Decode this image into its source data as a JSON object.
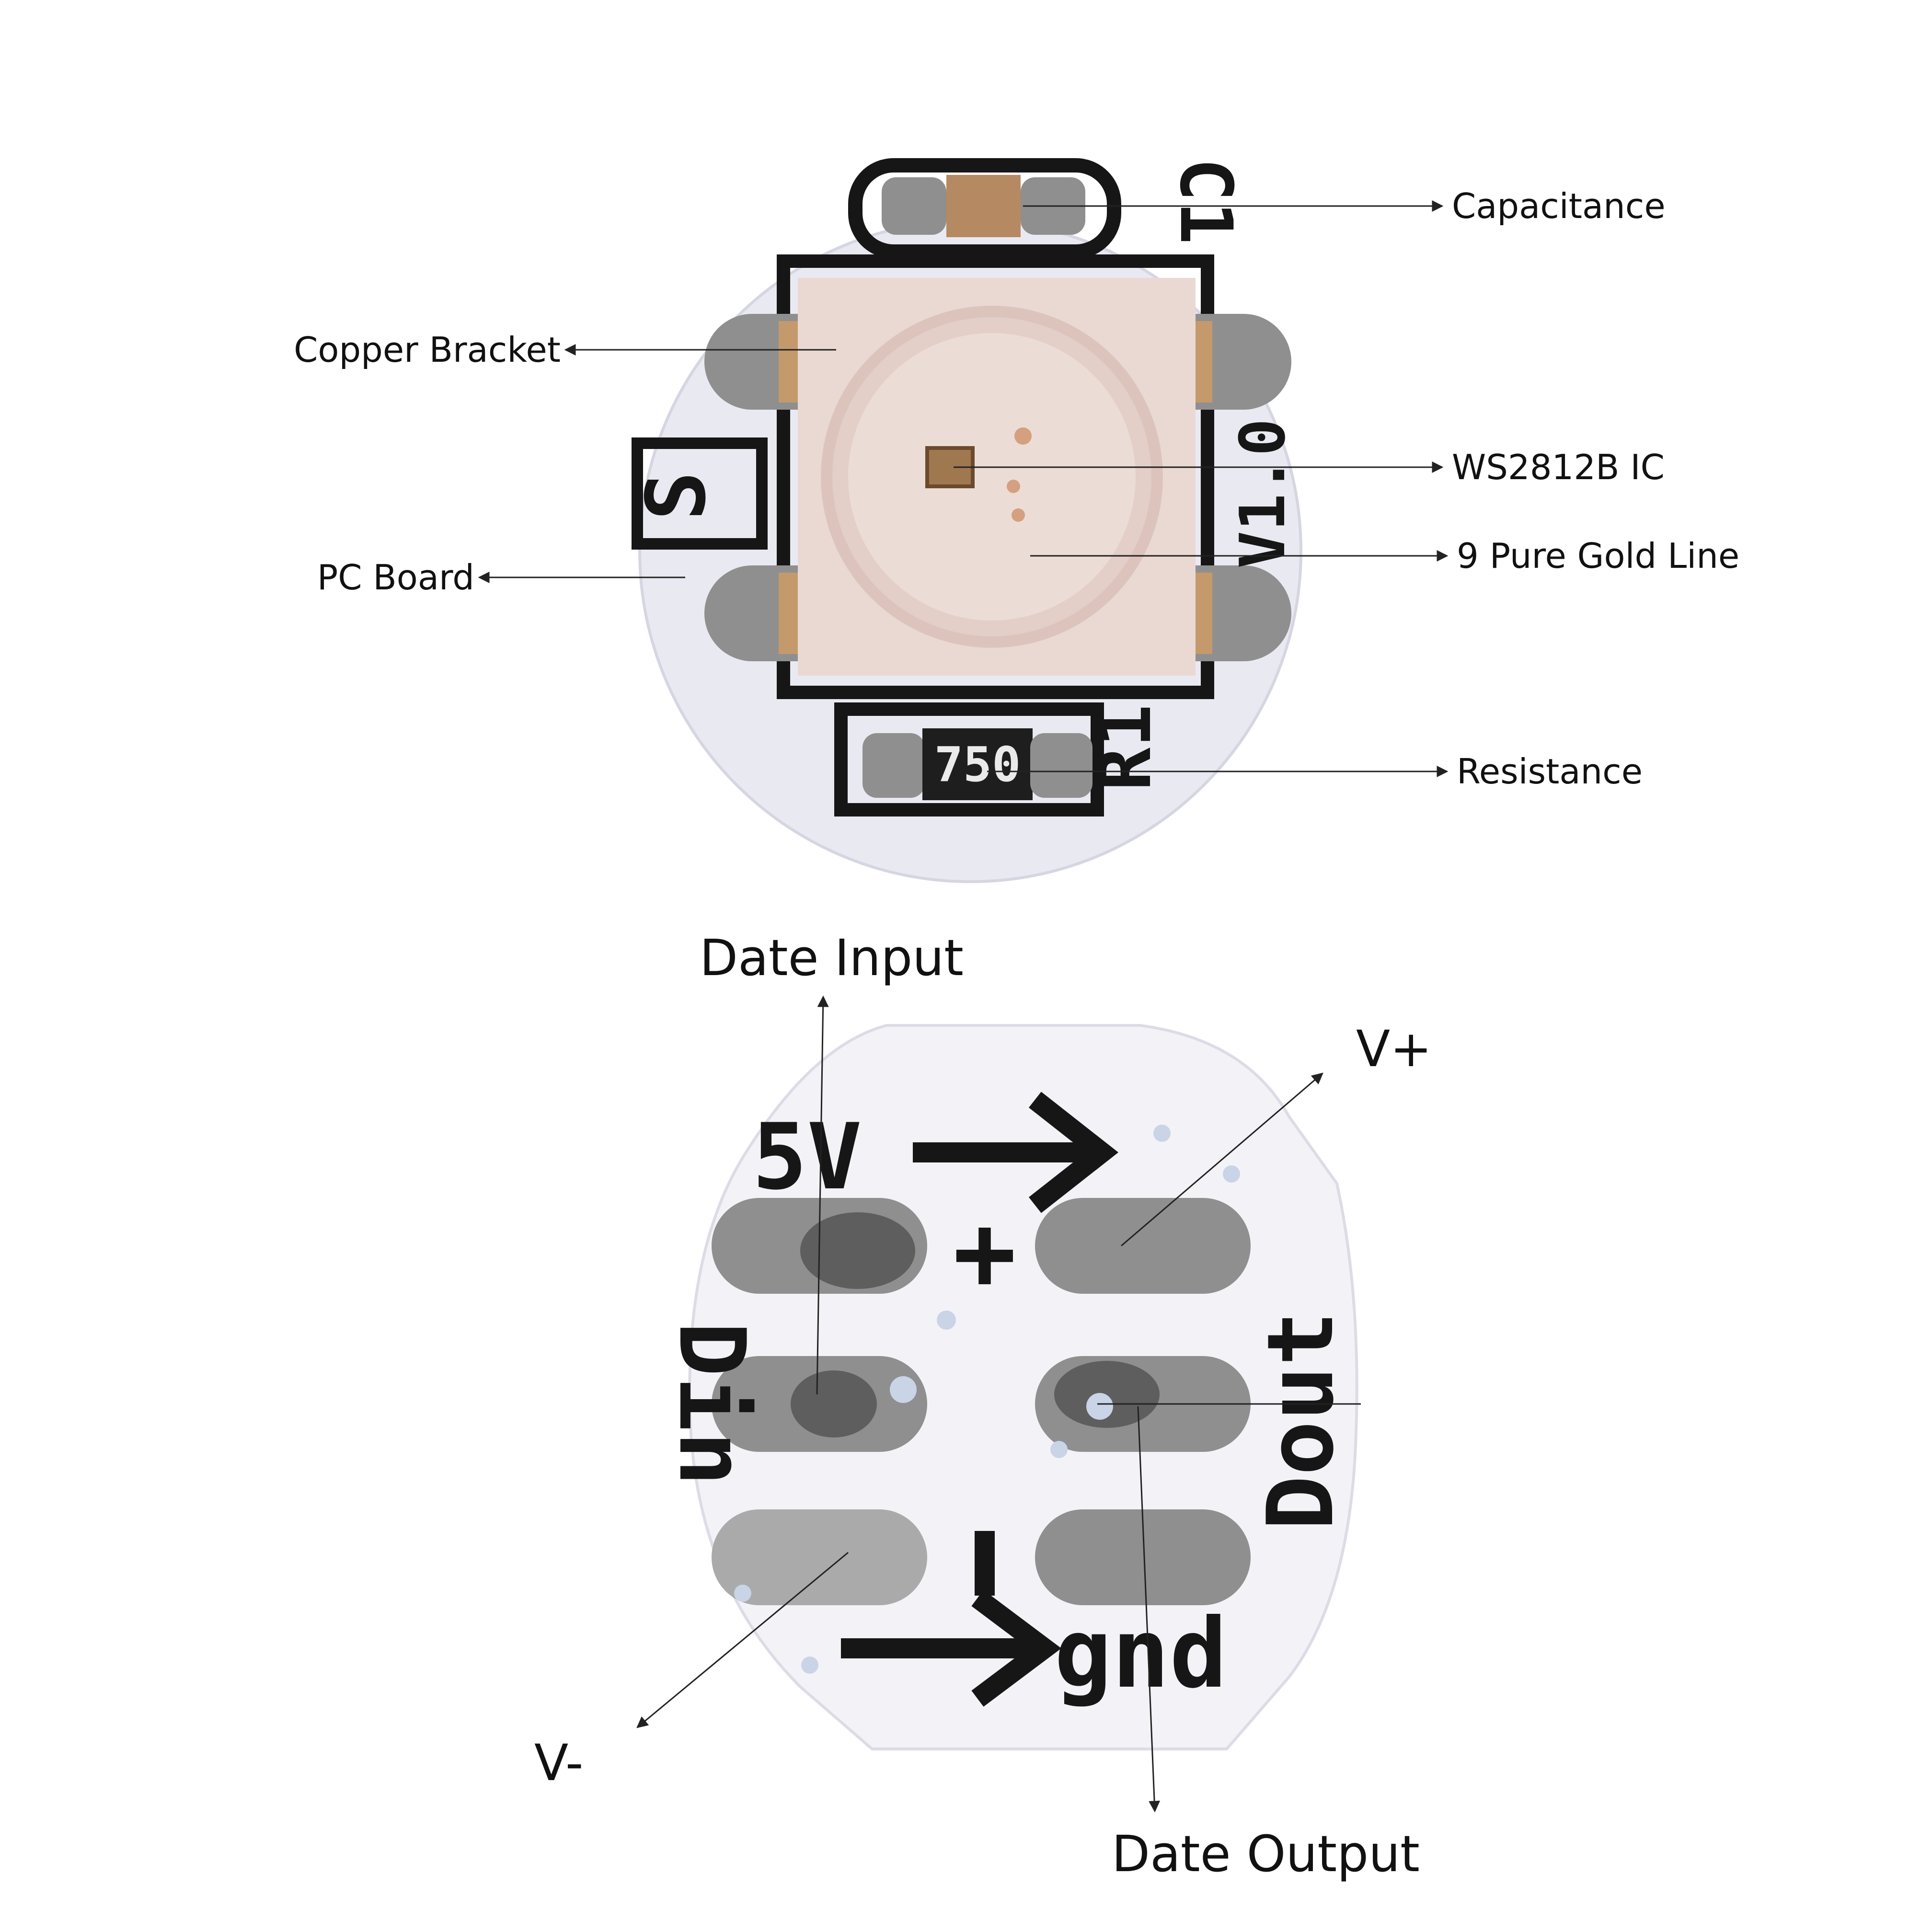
{
  "colors": {
    "background": "#ffffff",
    "board": "#e9e9f2",
    "silkscreen": "#161616",
    "pad": "#8f8f8f",
    "led_body": "#ead9d3",
    "gold": "#c49a6c",
    "callout_line": "#222222"
  },
  "top_view": {
    "labels": {
      "capacitance": "Capacitance",
      "copper_bracket": "Copper Bracket",
      "ws2812b_ic": "WS2812B IC",
      "pc_board": "PC Board",
      "gold_line": "9 Pure Gold Line",
      "resistance": "Resistance"
    },
    "silkscreen": {
      "c1": "C1",
      "s": "S",
      "version": "V1.0",
      "r1": "R1",
      "resistor_code": "750"
    }
  },
  "bottom_view": {
    "labels": {
      "date_input": "Date Input",
      "v_plus": "V+",
      "v_minus": "V-",
      "date_output": "Date Output"
    },
    "silkscreen": {
      "five_v": "5V",
      "plus": "+",
      "din": "Din",
      "dout": "Dout",
      "gnd": "gnd"
    }
  }
}
